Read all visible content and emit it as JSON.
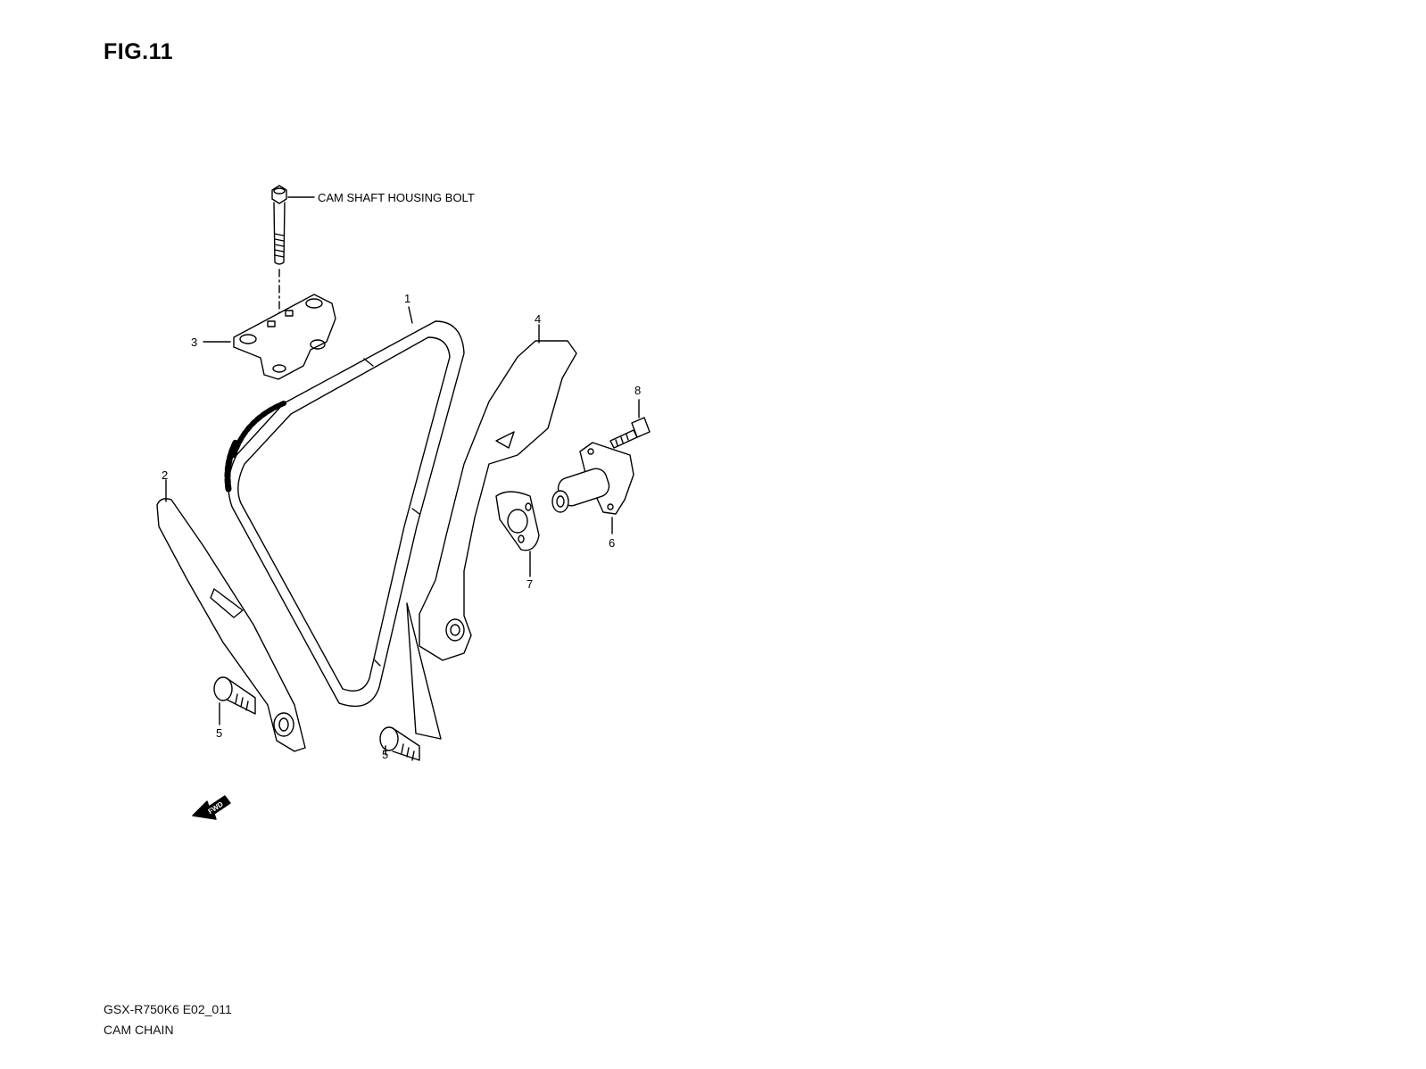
{
  "figure": {
    "title": "FIG.11",
    "model_code": "GSX-R750K6 E02_011",
    "section_name": "CAM CHAIN"
  },
  "callouts": {
    "bolt_note": "CAM SHAFT HOUSING BOLT",
    "part_1": "1",
    "part_2": "2",
    "part_3": "3",
    "part_4": "4",
    "part_5a": "5",
    "part_5b": "5",
    "part_6": "6",
    "part_7": "7",
    "part_8": "8"
  },
  "fwd_arrow": "FWD",
  "colors": {
    "line": "#000000",
    "background": "#ffffff"
  }
}
